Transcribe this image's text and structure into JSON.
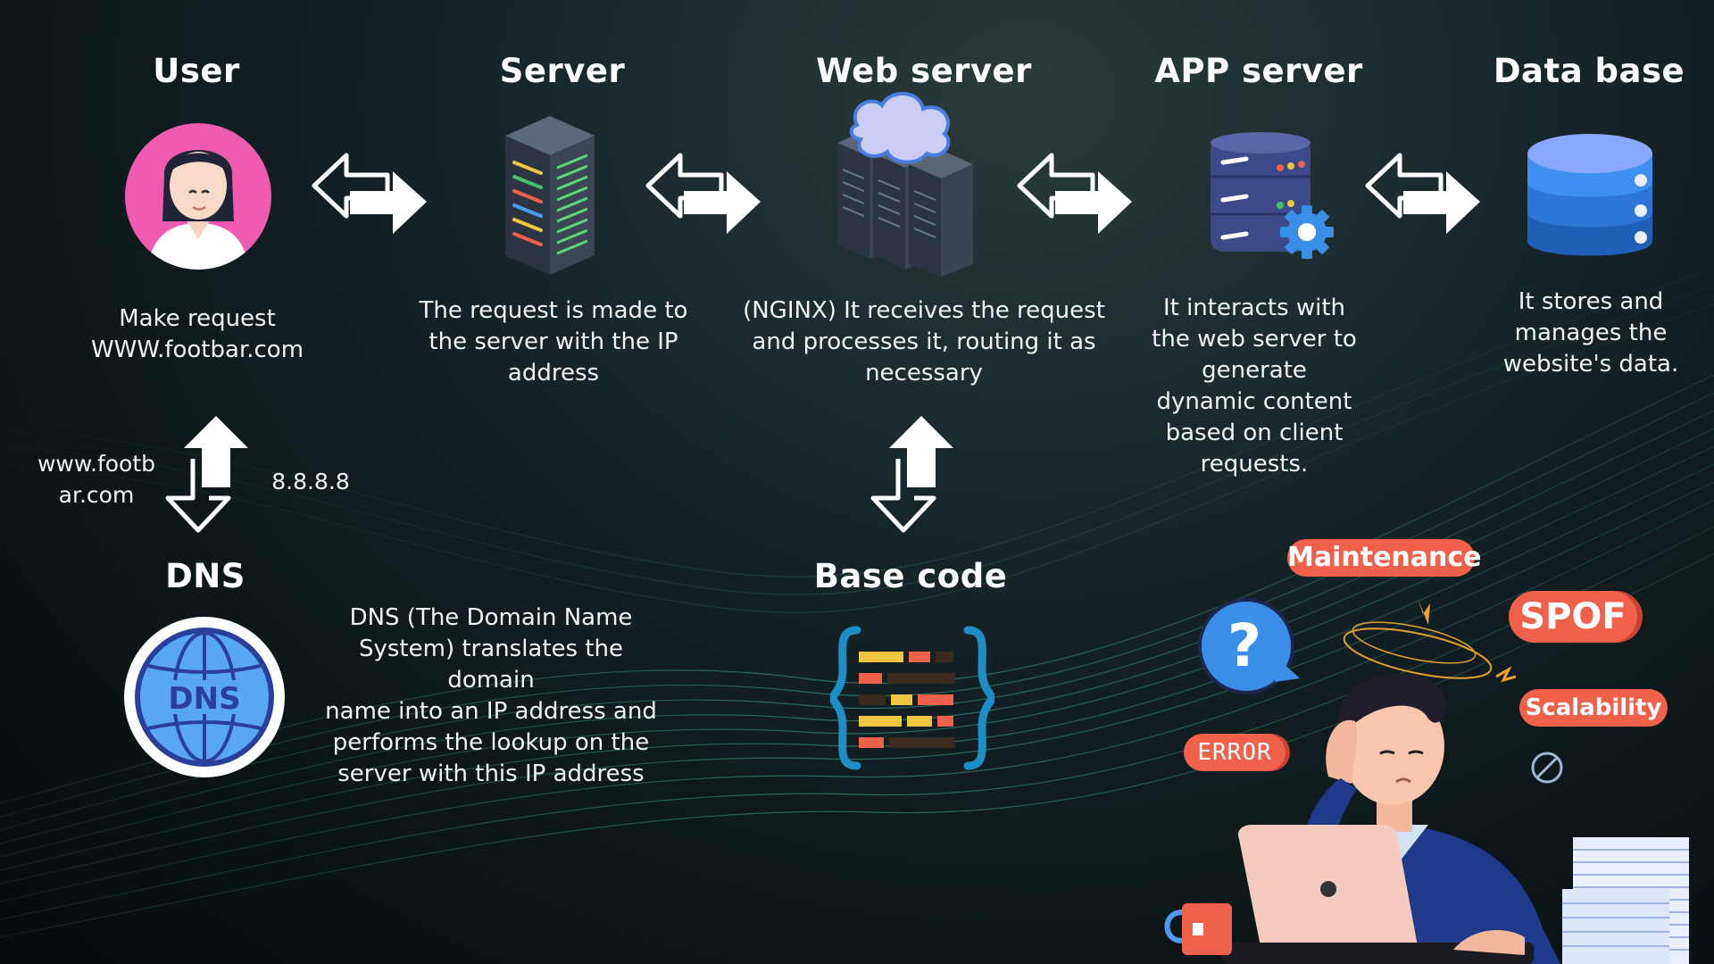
{
  "nodes": {
    "user": {
      "title": "User",
      "desc_line1": "Make request",
      "desc_line2": "WWW.footbar.com"
    },
    "server": {
      "title": "Server",
      "desc_line1": "The request is made to",
      "desc_line2": "the server with the IP",
      "desc_line3": "address"
    },
    "web_server": {
      "title": "Web server",
      "desc_line1": "(NGINX) It receives the request",
      "desc_line2": "and processes it, routing it as",
      "desc_line3": "necessary"
    },
    "app_server": {
      "title": "APP server",
      "desc_line1": "It interacts with",
      "desc_line2": "the web server to",
      "desc_line3": "generate",
      "desc_line4": "dynamic content",
      "desc_line5": "based on client",
      "desc_line6": "requests."
    },
    "database": {
      "title": "Data base",
      "desc_line1": "It stores and",
      "desc_line2": "manages the",
      "desc_line3": "website's data."
    },
    "dns": {
      "title": "DNS",
      "icon_text": "DNS",
      "desc_line1": "DNS (The Domain Name",
      "desc_line2": "System) translates the domain",
      "desc_line3": "name into an IP address and",
      "desc_line4": "performs the lookup on the",
      "desc_line5": "server with this IP address"
    },
    "base_code": {
      "title": "Base code"
    }
  },
  "dns_lookup": {
    "domain_line1": "www.footb",
    "domain_line2": "ar.com",
    "ip": "8.8.8.8"
  },
  "problems": {
    "maintenance": "Maintenance",
    "spof": "SPOF",
    "scalability": "Scalability",
    "error": "ERROR",
    "question": "?"
  },
  "colors": {
    "accent_red": "#f0614c",
    "dns_blue": "#4a9df0",
    "db_blue": "#3a78e0",
    "user_pink": "#ee5bb0",
    "wave_green": "#3fb48f"
  },
  "icons": [
    "user-avatar-icon",
    "server-rack-icon",
    "web-server-cloud-icon",
    "app-server-gear-icon",
    "database-icon",
    "dns-globe-icon",
    "code-braces-icon",
    "exchange-arrows-icon",
    "up-down-arrows-icon",
    "confused-developer-illustration"
  ]
}
